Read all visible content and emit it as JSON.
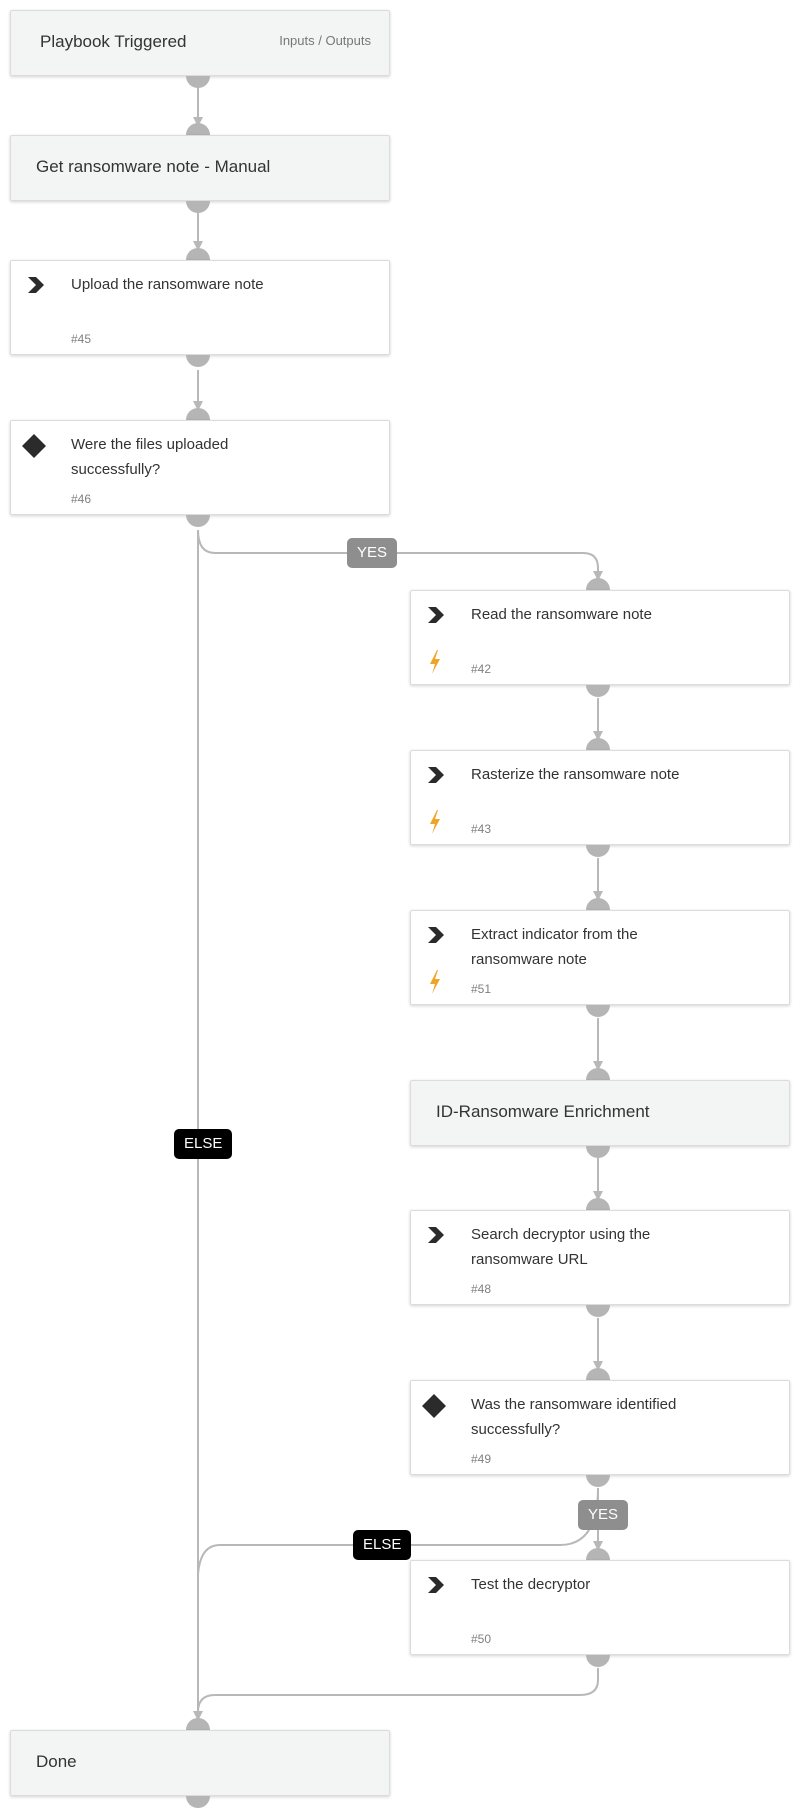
{
  "nodes": {
    "start": {
      "title": "Playbook Triggered",
      "io_link": "Inputs / Outputs"
    },
    "manual": {
      "title": "Get ransomware note - Manual"
    },
    "n45": {
      "title": "Upload the ransomware note",
      "num": "#45"
    },
    "n46": {
      "title_line1": "Were the files uploaded",
      "title_line2": "successfully?",
      "num": "#46"
    },
    "n42": {
      "title": "Read the ransomware note",
      "num": "#42"
    },
    "n43": {
      "title": "Rasterize the ransomware note",
      "num": "#43"
    },
    "n51": {
      "title_line1": "Extract indicator from the",
      "title_line2": "ransomware note",
      "num": "#51"
    },
    "enrich": {
      "title": "ID-Ransomware Enrichment"
    },
    "n48": {
      "title_line1": "Search decryptor using the",
      "title_line2": "ransomware URL",
      "num": "#48"
    },
    "n49": {
      "title_line1": "Was the ransomware identified",
      "title_line2": "successfully?",
      "num": "#49"
    },
    "n50": {
      "title": "Test the decryptor",
      "num": "#50"
    },
    "done": {
      "title": "Done"
    }
  },
  "edge_labels": {
    "yes_1": "YES",
    "else_1": "ELSE",
    "yes_2": "YES",
    "else_2": "ELSE"
  },
  "icons": {
    "task": "chevron-right-icon",
    "condition": "diamond-icon",
    "automation": "lightning-bolt-icon"
  },
  "colors": {
    "accent_bolt": "#f0a329",
    "port": "#b5b5b5",
    "wire": "#b8b8b8",
    "yes_label": "#8e8e8e",
    "else_label": "#000000",
    "section_bg": "#f3f4f4"
  }
}
